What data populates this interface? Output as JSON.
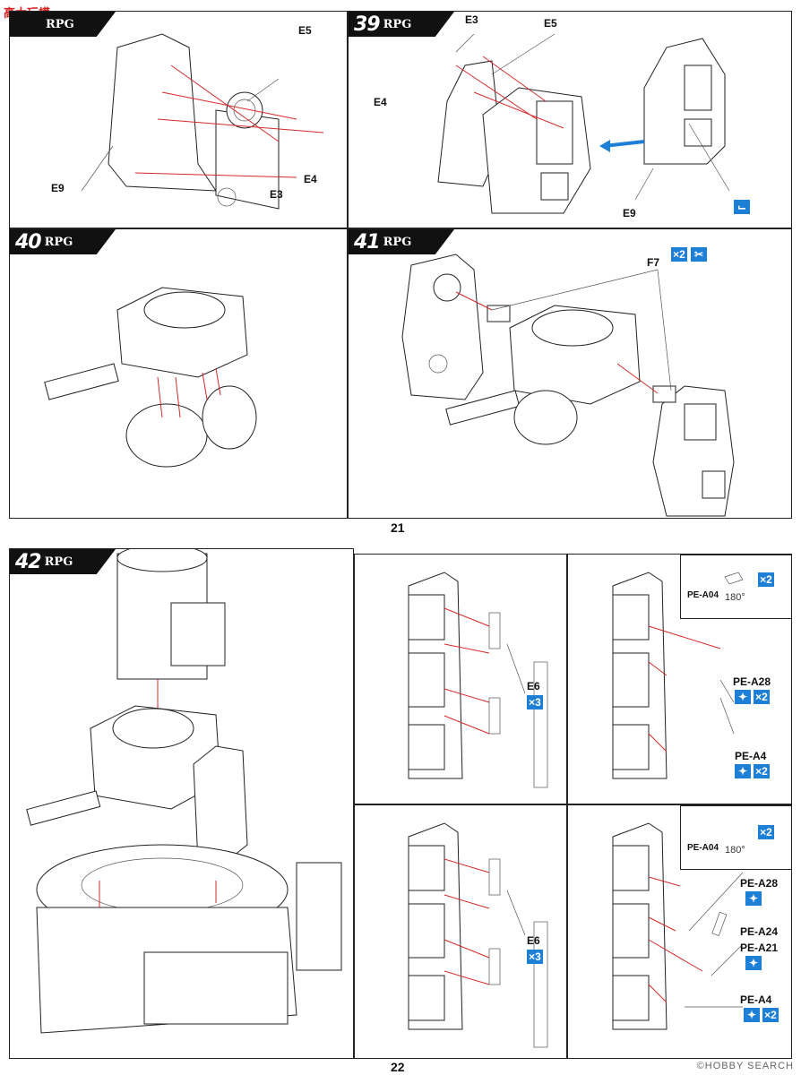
{
  "watermark": "高大玩模",
  "page_top_number": "21",
  "page_bottom_number": "22",
  "brand": "RPG",
  "steps": {
    "s38": {
      "labels": {
        "e5": "E5",
        "e9": "E9",
        "e3": "E3",
        "e4": "E4"
      }
    },
    "s39": {
      "number": "39",
      "labels": {
        "e3": "E3",
        "e5": "E5",
        "e4": "E4",
        "e9": "E9"
      }
    },
    "s40": {
      "number": "40"
    },
    "s41": {
      "number": "41",
      "labels": {
        "f7": "F7",
        "x2": "×2"
      }
    },
    "s42": {
      "number": "42",
      "sub_a": {
        "e6": "E6",
        "x3": "×3"
      },
      "sub_b": {
        "pe_a04": "PE-A04",
        "deg": "180°",
        "x2": "×2",
        "pe_a28": "PE-A28",
        "pe_a4": "PE-A4",
        "x2b": "×2",
        "x2c": "×2"
      },
      "sub_c": {
        "e6": "E6",
        "x3": "×3"
      },
      "sub_d": {
        "pe_a04": "PE-A04",
        "deg": "180°",
        "x2": "×2",
        "pe_a28": "PE-A28",
        "pe_a24": "PE-A24",
        "pe_a21": "PE-A21",
        "pe_a4": "PE-A4",
        "x2b": "×2"
      }
    }
  },
  "footer_watermark": "©HOBBY SEARCH",
  "accent_color": "#1e7fd6",
  "arrow_color": "#d42a2a"
}
